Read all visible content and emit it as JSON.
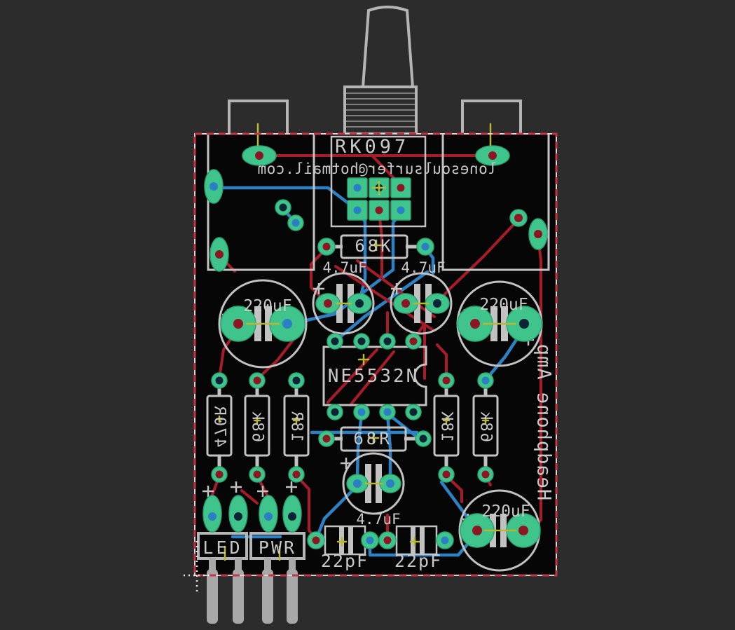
{
  "canvas": {
    "background": "#2c2c2c"
  },
  "board": {
    "background": "#060606",
    "outline_color": "#c43545",
    "silkscreen_color": "#c2c2c2",
    "top_copper_color": "#a81c2a",
    "bottom_copper_color": "#2e82c4",
    "pad_color": "#3fc48b",
    "airwire_color": "#b8b832",
    "email_silkscreen": "lonesoulsurfer@hotmail.com",
    "board_name_silkscreen": "Headphone Amp"
  },
  "components": {
    "potentiometer": {
      "label": "RK097"
    },
    "r_top": {
      "label": "68K"
    },
    "cap_in_left": {
      "label": "4.7uF"
    },
    "cap_in_right": {
      "label": "4.7uF"
    },
    "cap_power_left": {
      "label": "220uF"
    },
    "cap_power_right": {
      "label": "220uF"
    },
    "opamp": {
      "label": "NE5532N"
    },
    "r_470r": {
      "label": "470R"
    },
    "r_68k_left": {
      "label": "68k"
    },
    "r_18r": {
      "label": "18R"
    },
    "r_18k": {
      "label": "18K"
    },
    "r_68k_right": {
      "label": "68k"
    },
    "r_mid": {
      "label": "68R"
    },
    "cap_mid": {
      "label": "4.7uF"
    },
    "conn_led": {
      "label": "LED"
    },
    "conn_pwr": {
      "label": "PWR"
    },
    "cap_22pf_left": {
      "label": "22pF"
    },
    "cap_22pf_right": {
      "label": "22pF"
    },
    "cap_power_bottom": {
      "label": "220uF"
    }
  }
}
